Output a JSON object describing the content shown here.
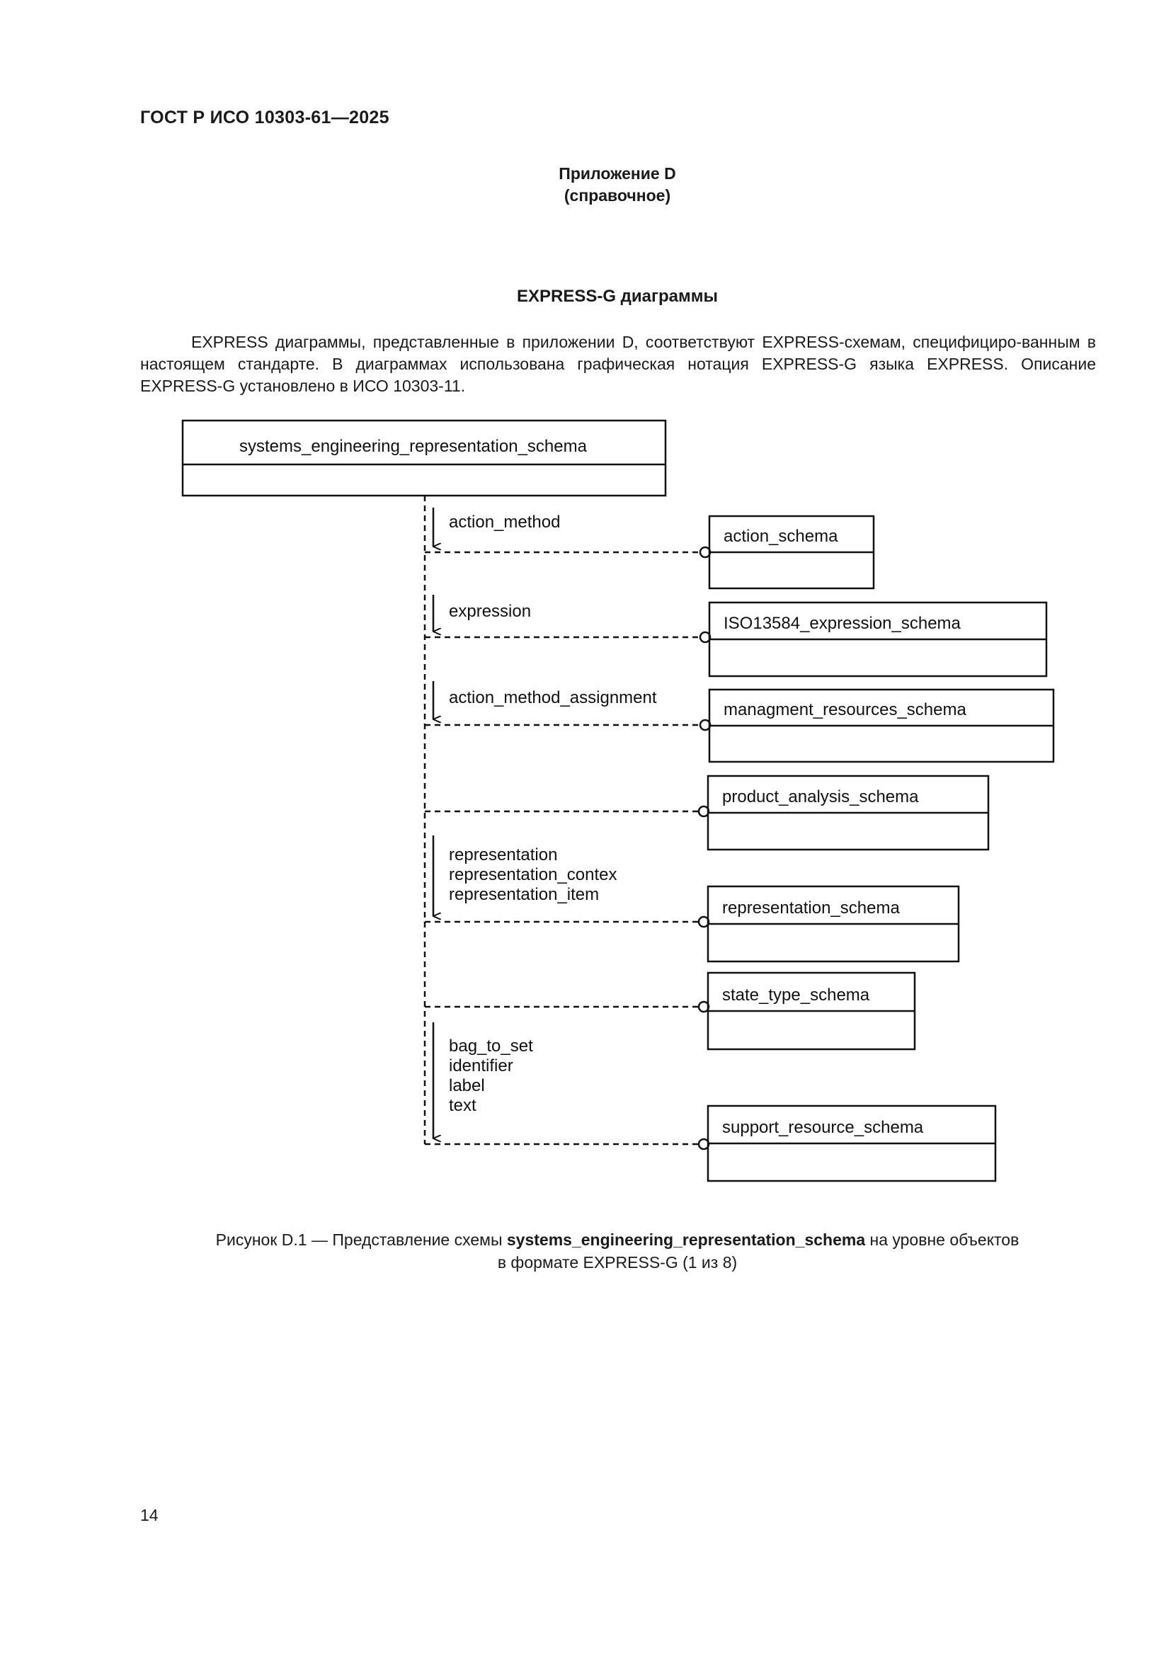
{
  "header": {
    "standard_code": "ГОСТ Р ИСО 10303-61—2025"
  },
  "annex": {
    "title": "Приложение D",
    "status": "(справочное)"
  },
  "section": {
    "title": "EXPRESS-G диаграммы"
  },
  "intro": {
    "text": "EXPRESS диаграммы, представленные в приложении D, соответствуют EXPRESS-схемам, специфициро-ванным в настоящем стандарте. В диаграммах использована графическая нотация EXPRESS-G языка EXPRESS. Описание EXPRESS-G установлено в ИСО 10303-11."
  },
  "diagram": {
    "main_schema": "systems_engineering_representation_schema",
    "referenced_schemas": [
      {
        "name": "action_schema",
        "imports": [
          "action_method"
        ]
      },
      {
        "name": "ISO13584_expression_schema",
        "imports": [
          "expression"
        ]
      },
      {
        "name": "managment_resources_schema",
        "imports": [
          "action_method_assignment"
        ]
      },
      {
        "name": "product_analysis_schema",
        "imports": []
      },
      {
        "name": "representation_schema",
        "imports": [
          "representation",
          "representation_contex",
          "representation_item"
        ]
      },
      {
        "name": "state_type_schema",
        "imports": []
      },
      {
        "name": "support_resource_schema",
        "imports": [
          "bag_to_set",
          "identifier",
          "label",
          "text"
        ]
      }
    ]
  },
  "caption": {
    "prefix": "Рисунок D.1 — Представление схемы ",
    "schema": "systems_engineering_representation_schema",
    "suffix": " на уровне объектов",
    "line2": "в  формате EXPRESS-G (1 из 8)"
  },
  "page_number": "14"
}
